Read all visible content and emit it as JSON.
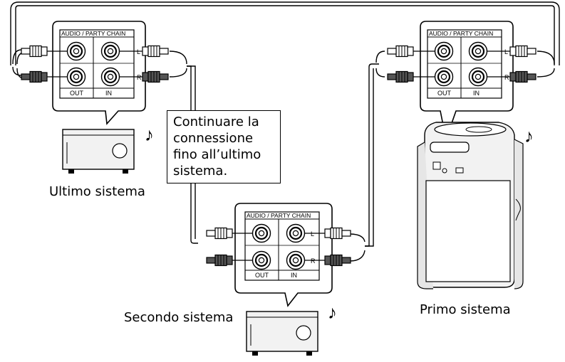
{
  "panel_header": "AUDIO / PARTY CHAIN",
  "port_labels": {
    "left": "L",
    "right": "R",
    "out": "OUT",
    "in": "IN"
  },
  "systems": [
    {
      "name": "Ultimo sistema"
    },
    {
      "name": "Secondo sistema"
    },
    {
      "name": "Primo sistema"
    }
  ],
  "note_lines": [
    "Continuare la",
    "connessione",
    "fino all’ultimo",
    "sistema."
  ],
  "music_note_glyph": "♪",
  "colors": {
    "line": "#000000",
    "plug_light": "#ffffff",
    "plug_dark": "#555555",
    "device_fill": "#f2f2f2"
  }
}
